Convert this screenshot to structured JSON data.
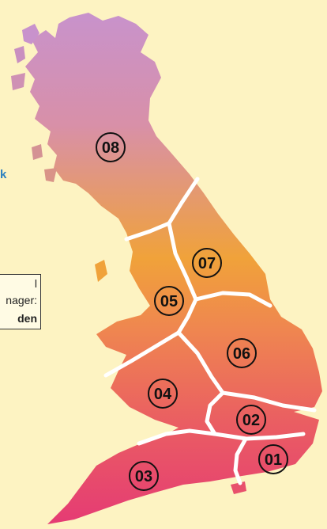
{
  "side_text": "k",
  "info_box": {
    "line1": "l",
    "line2": "nager:",
    "line3": "den"
  },
  "regions": [
    {
      "label": "08"
    },
    {
      "label": "07"
    },
    {
      "label": "05"
    },
    {
      "label": "06"
    },
    {
      "label": "04"
    },
    {
      "label": "02"
    },
    {
      "label": "01"
    },
    {
      "label": "03"
    }
  ],
  "colors": {
    "background": "#fdf3c2",
    "land_top": "#c892cc",
    "land_middle": "#f0a23a",
    "land_bottom": "#e53b74",
    "borders": "#ffffff",
    "accent_text": "#2a7fc0"
  }
}
